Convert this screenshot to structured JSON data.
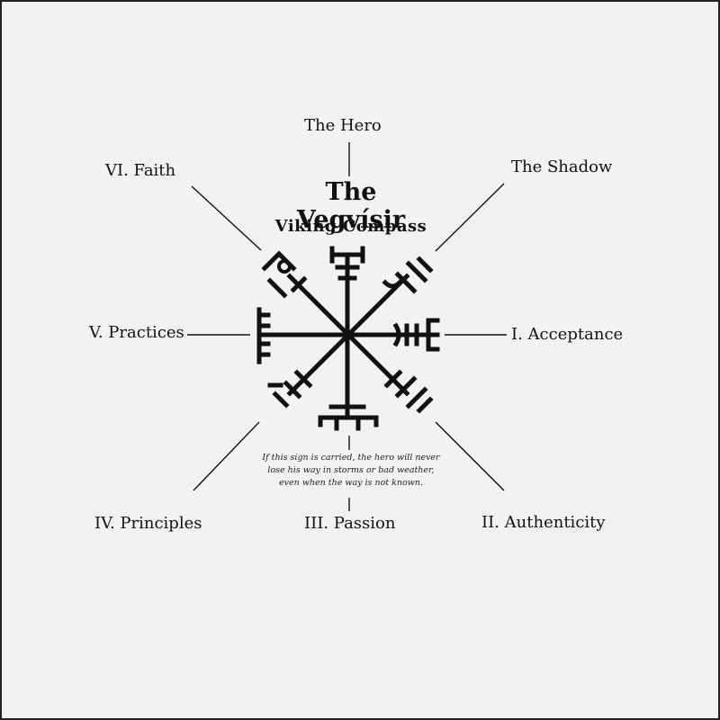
{
  "title": "The Vegvísir",
  "subtitle": "Viking Compass",
  "labels": {
    "top": "The Hero",
    "top_right": "The Shadow",
    "right": "I. Acceptance",
    "bottom_right": "II. Authenticity",
    "bottom": "III. Passion",
    "bottom_left": "IV. Principles",
    "left": "V. Practices",
    "top_left": "VI. Faith"
  },
  "caption_lines": [
    "If this sign is carried, the hero will never",
    "lose his way in storms or bad weather,",
    "even when the way is not known."
  ],
  "colors": {
    "ink": "#111111",
    "background": "#f2f2f2"
  }
}
